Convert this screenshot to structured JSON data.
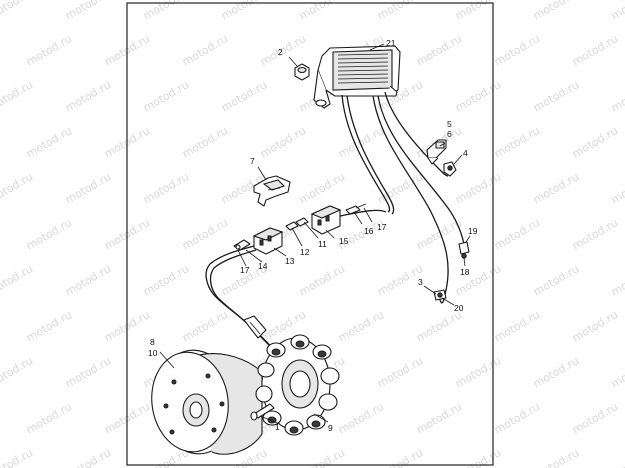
{
  "watermark": {
    "text": "motod.ru",
    "color": "#b8b8b8"
  },
  "callouts": {
    "c1": "1",
    "c2": "2",
    "c3": "3",
    "c4": "4",
    "c5": "5",
    "c6": "6",
    "c7": "7",
    "c8": "8",
    "c9": "9",
    "c10": "10",
    "c11": "11",
    "c12": "12",
    "c13": "13",
    "c14": "14",
    "c15": "15",
    "c16": "16",
    "c17a": "17",
    "c17b": "17",
    "c18": "18",
    "c19": "19",
    "c20": "20",
    "c21": "21"
  },
  "colors": {
    "line": "#1a1a1a",
    "frame": "#222222",
    "background": "#ffffff"
  }
}
